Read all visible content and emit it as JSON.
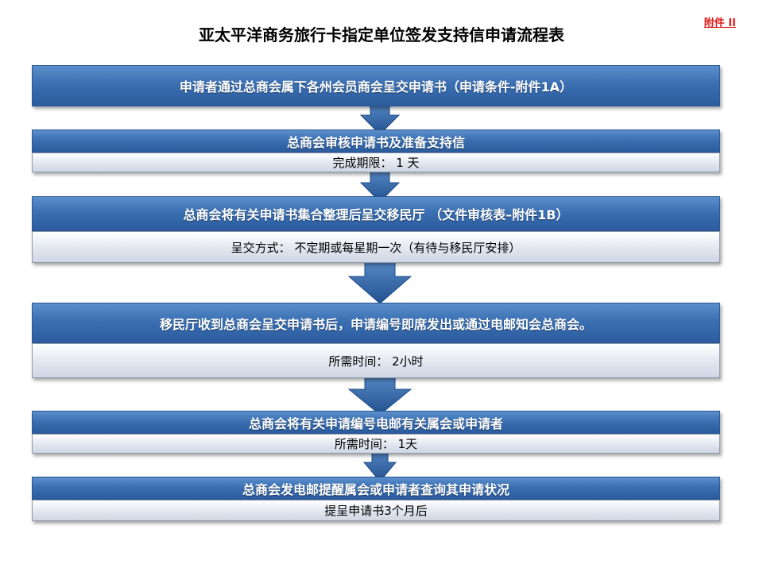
{
  "title": "亚太平洋商务旅行卡指定单位签发支持信申请流程表",
  "annex_label": "附件 II",
  "colors": {
    "bar_blue": "#3a6fb2",
    "arrow_blue": "#2e64b0",
    "annex_red": "#e02020"
  },
  "steps": [
    {
      "main": "申请者通过总商会属下各州会员商会呈交申请书（申请条件-附件1A）",
      "note": ""
    },
    {
      "main": "总商会审核申请书及准备支持信",
      "note": "完成期限： 1 天"
    },
    {
      "main": "总商会将有关申请书集合整理后呈交移民厅 （文件审核表–附件1B）",
      "note": "呈交方式： 不定期或每星期一次（有待与移民厅安排）"
    },
    {
      "main": "移民厅收到总商会呈交申请书后，申请编号即席发出或通过电邮知会总商会。",
      "note": "所需时间： 2小时"
    },
    {
      "main": "总商会将有关申请编号电邮有关属会或申请者",
      "note": "所需时间： 1天"
    },
    {
      "main": "总商会发电邮提醒属会或申请者查询其申请状况",
      "note": "提呈申请书3个月后"
    }
  ]
}
